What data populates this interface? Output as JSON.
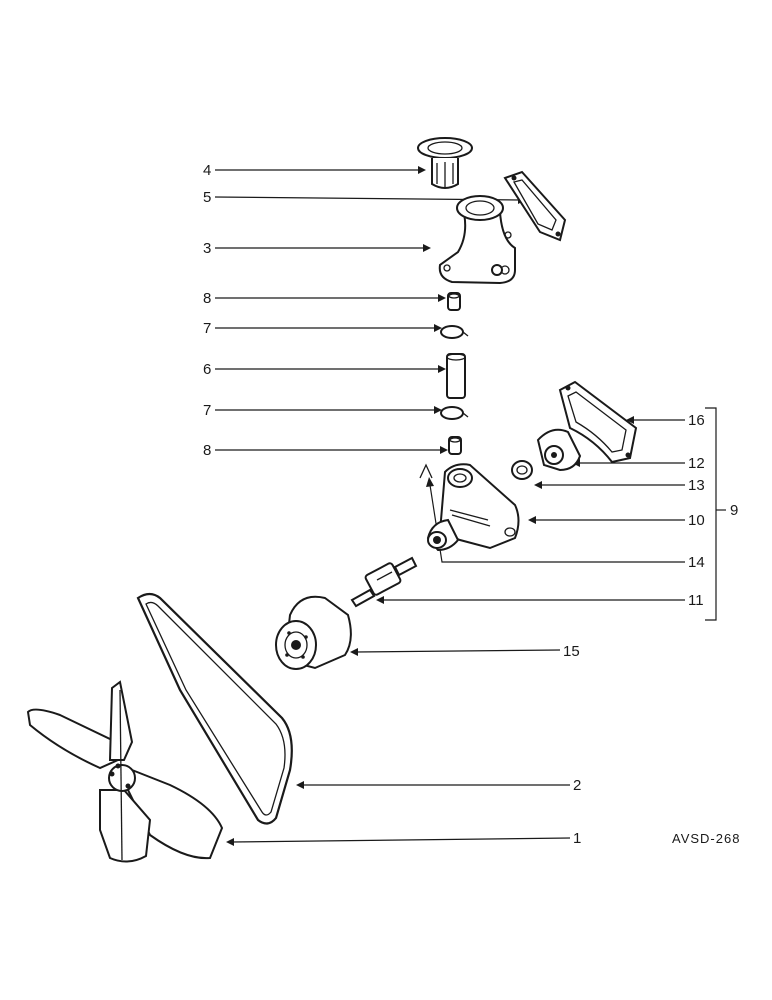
{
  "drawing_code": "AVSD-268",
  "callouts": [
    {
      "id": "c4",
      "label": "4"
    },
    {
      "id": "c5",
      "label": "5"
    },
    {
      "id": "c3",
      "label": "3"
    },
    {
      "id": "c8a",
      "label": "8"
    },
    {
      "id": "c7a",
      "label": "7"
    },
    {
      "id": "c6",
      "label": "6"
    },
    {
      "id": "c7b",
      "label": "7"
    },
    {
      "id": "c8b",
      "label": "8"
    },
    {
      "id": "c16",
      "label": "16"
    },
    {
      "id": "c12",
      "label": "12"
    },
    {
      "id": "c13",
      "label": "13"
    },
    {
      "id": "c10",
      "label": "10"
    },
    {
      "id": "c9",
      "label": "9"
    },
    {
      "id": "c14",
      "label": "14"
    },
    {
      "id": "c11",
      "label": "11"
    },
    {
      "id": "c15",
      "label": "15"
    },
    {
      "id": "c2",
      "label": "2"
    },
    {
      "id": "c1",
      "label": "1"
    }
  ]
}
